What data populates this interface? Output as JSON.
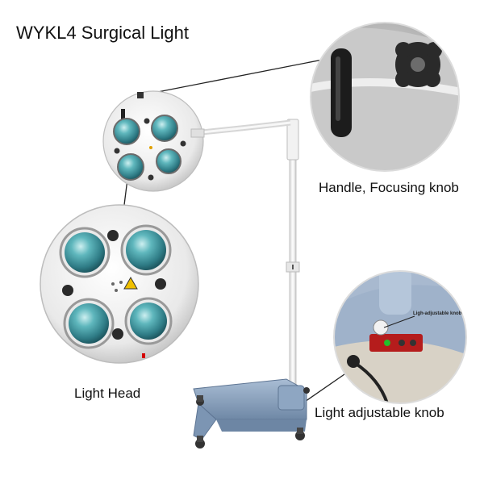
{
  "title": "WYKL4 Surgical Light",
  "captions": {
    "handle_focusing_knob": "Handle, Focusing knob",
    "light_head": "Light Head",
    "light_adjustable_knob": "Light adjustable knob"
  },
  "inset_label": "Ligh-adjustable knob",
  "colors": {
    "background": "#ffffff",
    "lamp_body": "#eeeeee",
    "bulb_glass": "#4fa0a8",
    "base": "#8aa2be",
    "text": "#111111"
  }
}
